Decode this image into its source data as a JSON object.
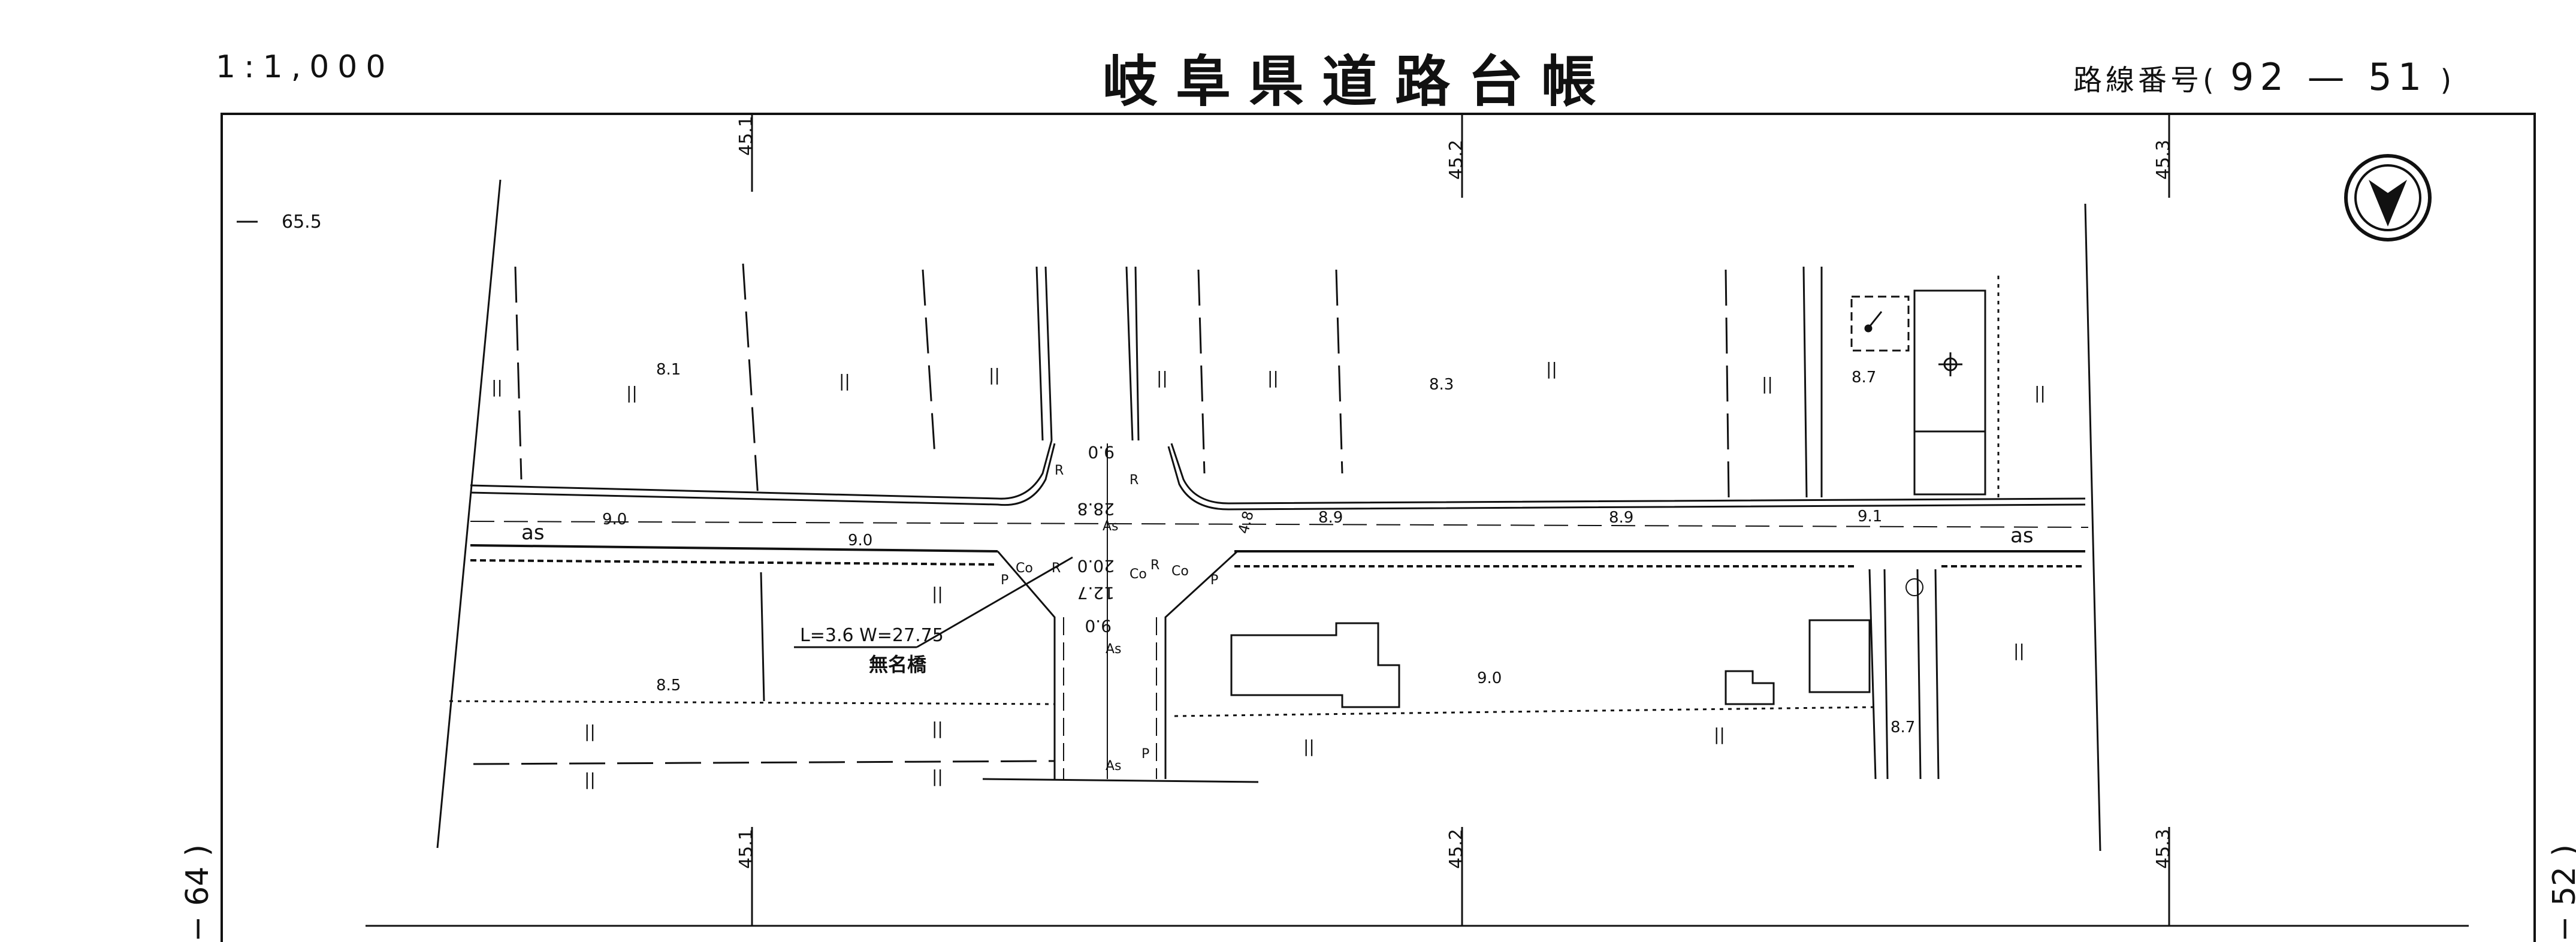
{
  "header": {
    "scale": "1:1,000",
    "title": "岐阜県道路台帳",
    "route_label": "路線番号(",
    "route_number": "92 — 51",
    "route_close": ")"
  },
  "side_labels": {
    "left": "− 64 )",
    "right": "− 52 )"
  },
  "map": {
    "grid_top": [
      "45.1",
      "45.2",
      "45.3"
    ],
    "grid_bottom": [
      "45.1",
      "45.2",
      "45.3"
    ],
    "grid_left": "65.5",
    "elevations": {
      "e1": "8.1",
      "e2": "9.0",
      "e3": "9.0",
      "e4": "8.5",
      "e5": "8.3",
      "e6": "8.7",
      "e7": "9.0",
      "e8": "8.7",
      "e9": "8.9",
      "e10": "8.9",
      "e11": "9.1"
    },
    "road_width_marks": {
      "w1": "9.0",
      "w2": "28.8",
      "w3": "20.0",
      "w4": "12.7",
      "w5": "9.0",
      "w6": "4.8"
    },
    "surface": {
      "as1": "As",
      "as2": "As",
      "as3": "As",
      "r1": "R",
      "r2": "R",
      "r3": "R",
      "r4": "R",
      "co1": "Co",
      "co2": "Co",
      "co3": "Co",
      "p1": "P",
      "p2": "P",
      "p3": "P"
    },
    "gutter": {
      "left": "as",
      "right": "as"
    },
    "land_marks": "||",
    "bridge": {
      "dims": "L=3.6 W=27.75",
      "name": "無名橋"
    },
    "north": "north-arrow"
  }
}
